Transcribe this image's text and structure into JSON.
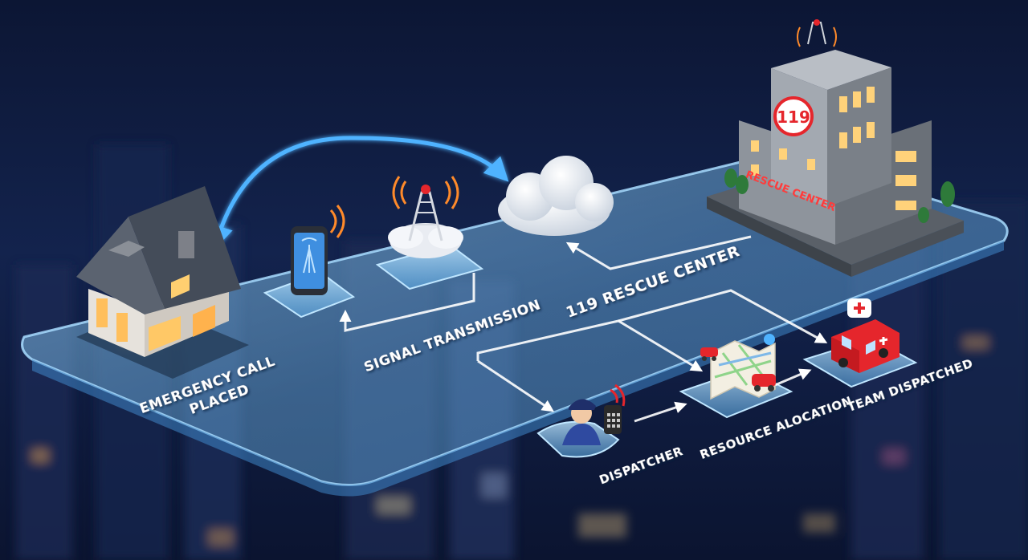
{
  "labels": {
    "emergency_call_line1": "EMERGENCY CALL",
    "emergency_call_line2": "PLACED",
    "signal_transmission": "SIGNAL TRANSMISSION",
    "rescue_center_heading": "119 RESCUE CENTER",
    "dispatcher": "DISPATCHER",
    "resource_allocation": "RESOURCE ALOCATION",
    "team_dispatched": "TEAM DISPATCHED"
  },
  "building": {
    "emblem_number": "119",
    "sign_text": "RESCUE CENTER"
  },
  "colors": {
    "background": "#0e1a3a",
    "platform": "#7fc4ef",
    "flow_arrow_blue": "#4fb3ff",
    "flow_arrow_white": "#ffffff",
    "signal_wave": "#ff8a2a",
    "emblem_red": "#e5262c",
    "window_light": "#ffd27a"
  },
  "icons": [
    "house-icon",
    "smartphone-icon",
    "cell-tower-icon",
    "cloud-icon",
    "rescue-building-icon",
    "dispatcher-icon",
    "map-icon",
    "ambulance-icon"
  ]
}
